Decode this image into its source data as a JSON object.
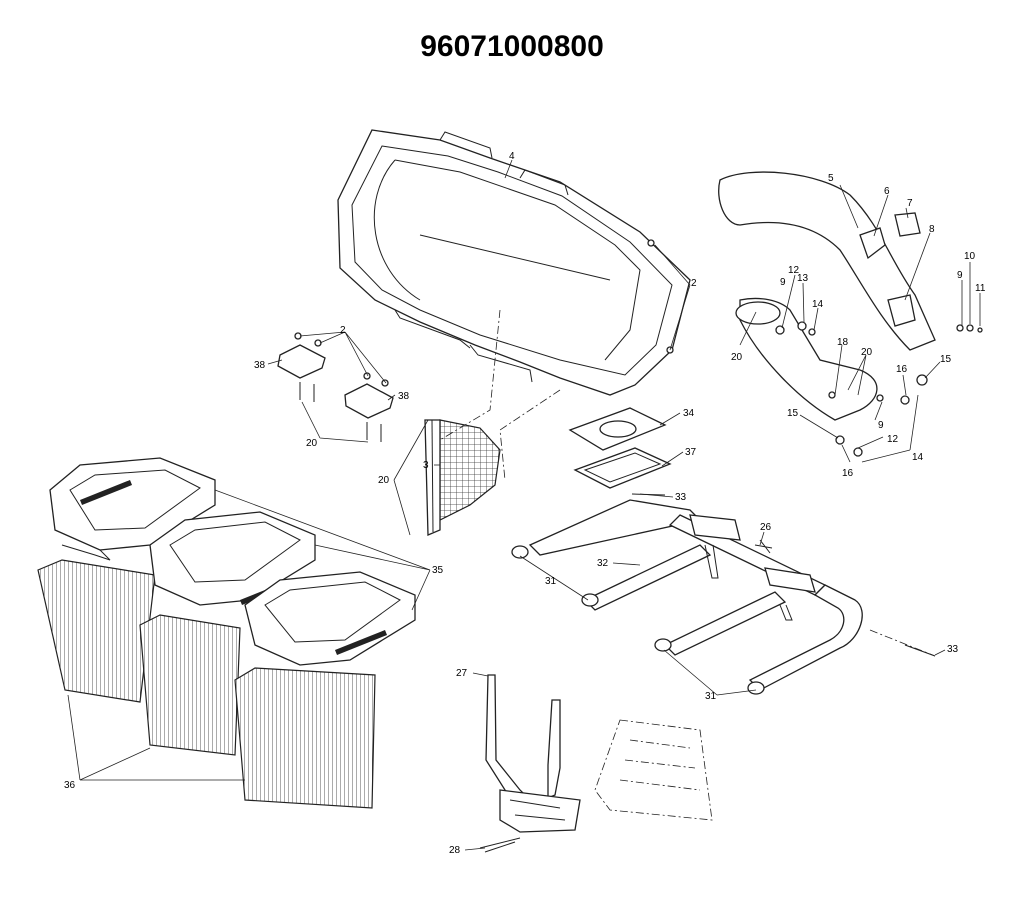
{
  "diagram": {
    "title": "96071000800",
    "callouts": {
      "c2a": "2",
      "c2b": "2",
      "c3": "3",
      "c4": "4",
      "c5": "5",
      "c6": "6",
      "c7": "7",
      "c8": "8",
      "c9a": "9",
      "c9b": "9",
      "c9c": "9",
      "c10": "10",
      "c11": "11",
      "c12a": "12",
      "c12b": "12",
      "c13": "13",
      "c14a": "14",
      "c14b": "14",
      "c15a": "15",
      "c15b": "15",
      "c16a": "16",
      "c16b": "16",
      "c18": "18",
      "c20a": "20",
      "c20b": "20",
      "c20c": "20",
      "c20d": "20",
      "c26": "26",
      "c27": "27",
      "c28": "28",
      "c31a": "31",
      "c31b": "31",
      "c32": "32",
      "c33a": "33",
      "c33b": "33",
      "c34": "34",
      "c35": "35",
      "c36": "36",
      "c37": "37",
      "c38a": "38",
      "c38b": "38"
    }
  }
}
